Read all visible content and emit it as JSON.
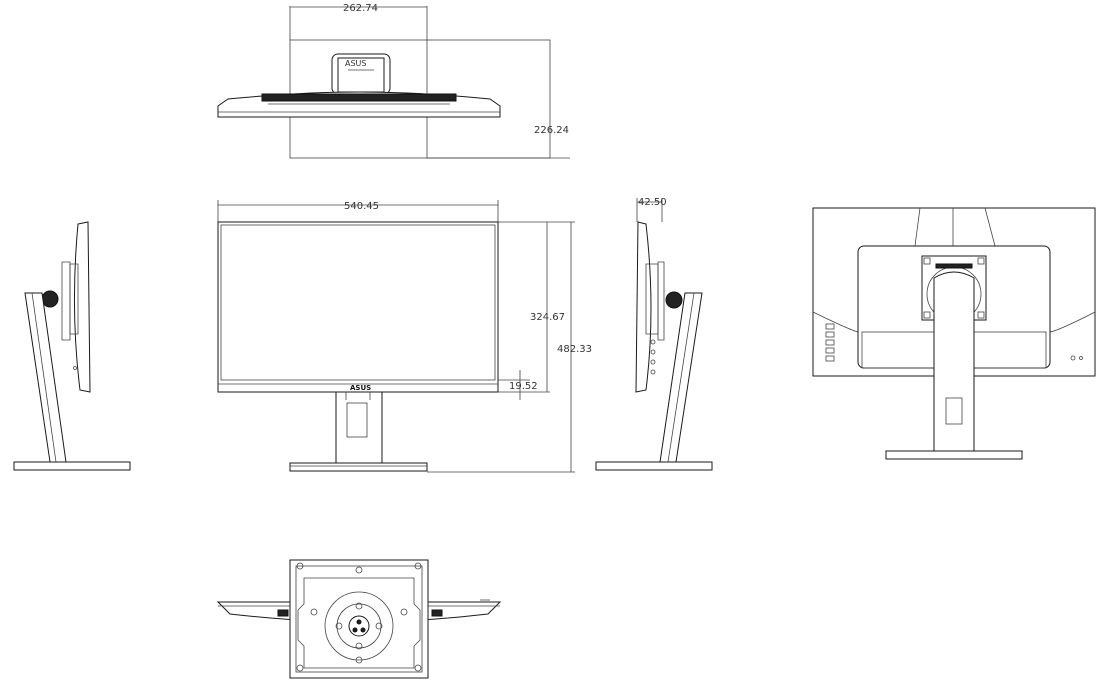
{
  "dimensions": {
    "top_width": "262.74",
    "top_depth": "226.24",
    "front_width": "540.45",
    "screen_height": "324.67",
    "total_height": "482.33",
    "bezel_bottom": "19.52",
    "side_depth": "42.50"
  },
  "front_logo": "ASUS",
  "top_logo": "ASUS",
  "colors": {
    "line": "#1a1a1a",
    "background": "#ffffff"
  }
}
